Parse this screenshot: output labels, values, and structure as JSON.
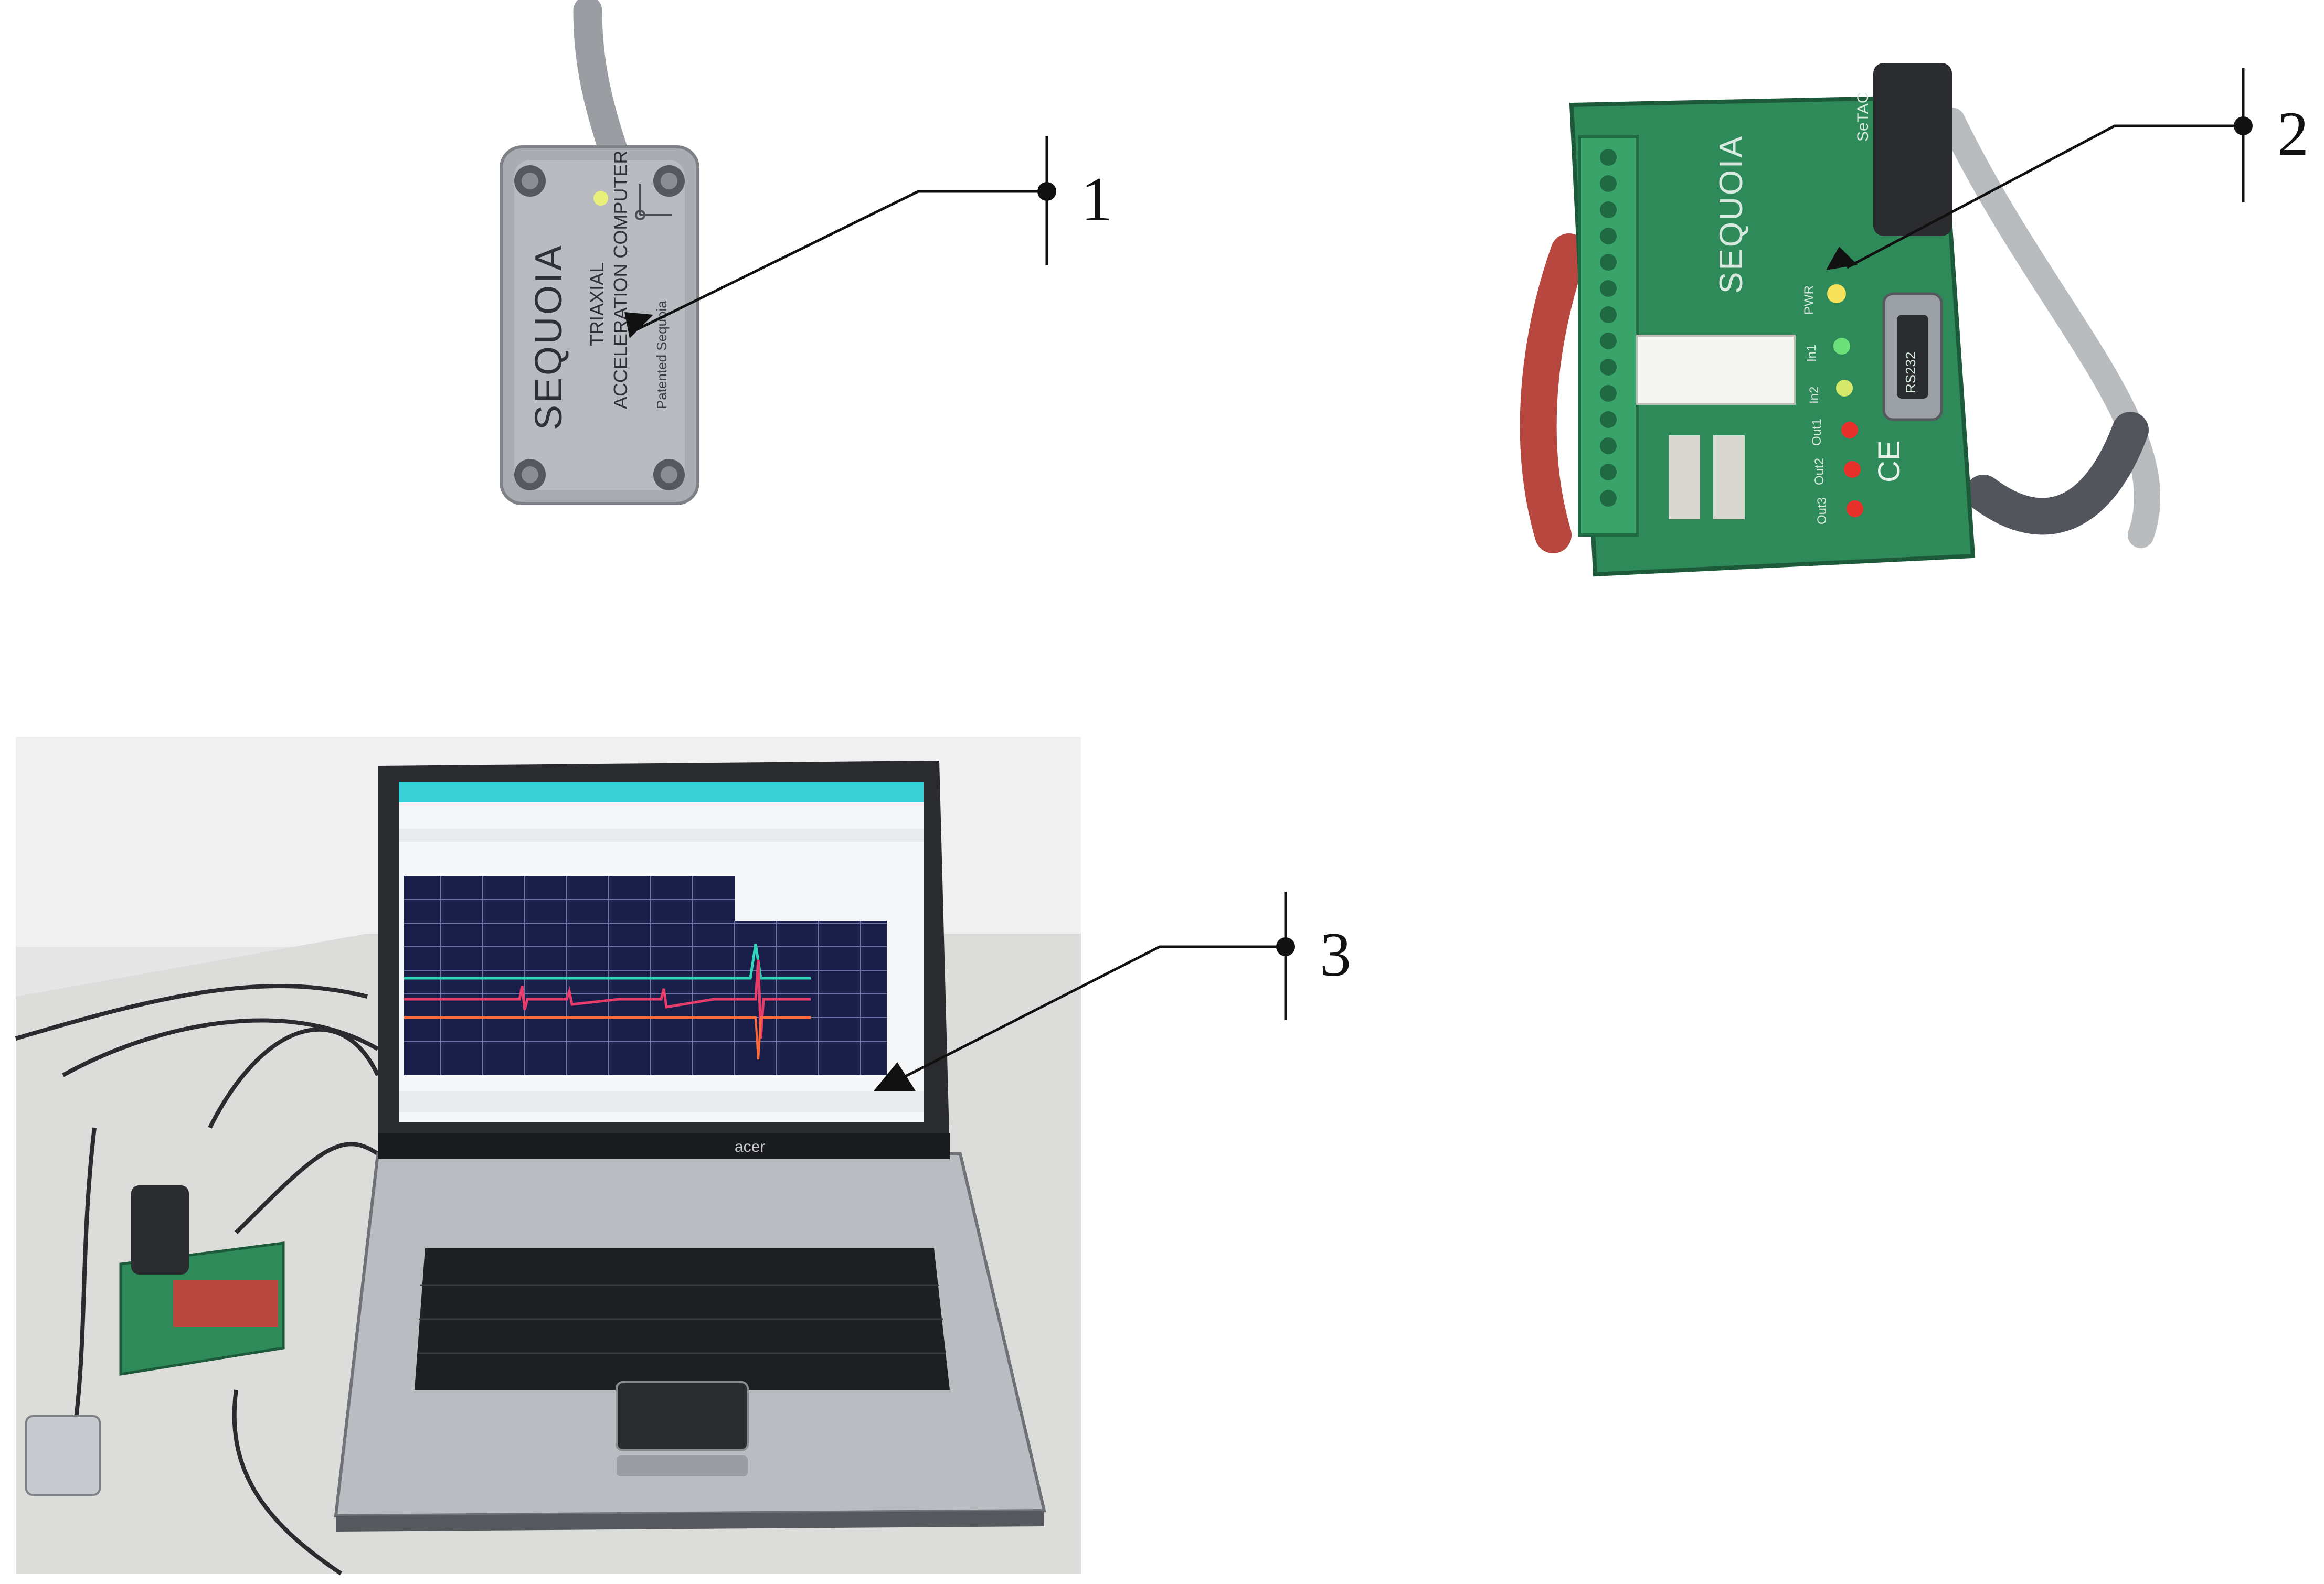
{
  "figure": {
    "callouts": [
      {
        "number": "1"
      },
      {
        "number": "2"
      },
      {
        "number": "3"
      }
    ]
  },
  "sensor": {
    "brand_text": "SEQUOIA",
    "line1": "TRIAXIAL",
    "line2": "ACCELERATION COMPUTER",
    "line3": "Patented Sequoia"
  },
  "board": {
    "brand_text": "SEQUOIA",
    "model": "SeTAC",
    "port_label": "RS232",
    "led_labels": [
      "PWR",
      "In1",
      "In2",
      "Out1",
      "Out2",
      "Out3"
    ],
    "ce_mark": "CE"
  },
  "laptop": {
    "brand_text": "acer",
    "screen": {
      "chart_background": "#1a1f4a",
      "grid_color": "#6f74a8",
      "trace_colors": [
        "#2fd6b8",
        "#e83c6a",
        "#ff6a3a"
      ]
    }
  },
  "colors": {
    "line": "#111111",
    "board_green": "#2f8a5a",
    "sensor_gray": "#a9adb3",
    "laptop_gray": "#b9bcc0",
    "keyboard": "#1e1f22"
  }
}
